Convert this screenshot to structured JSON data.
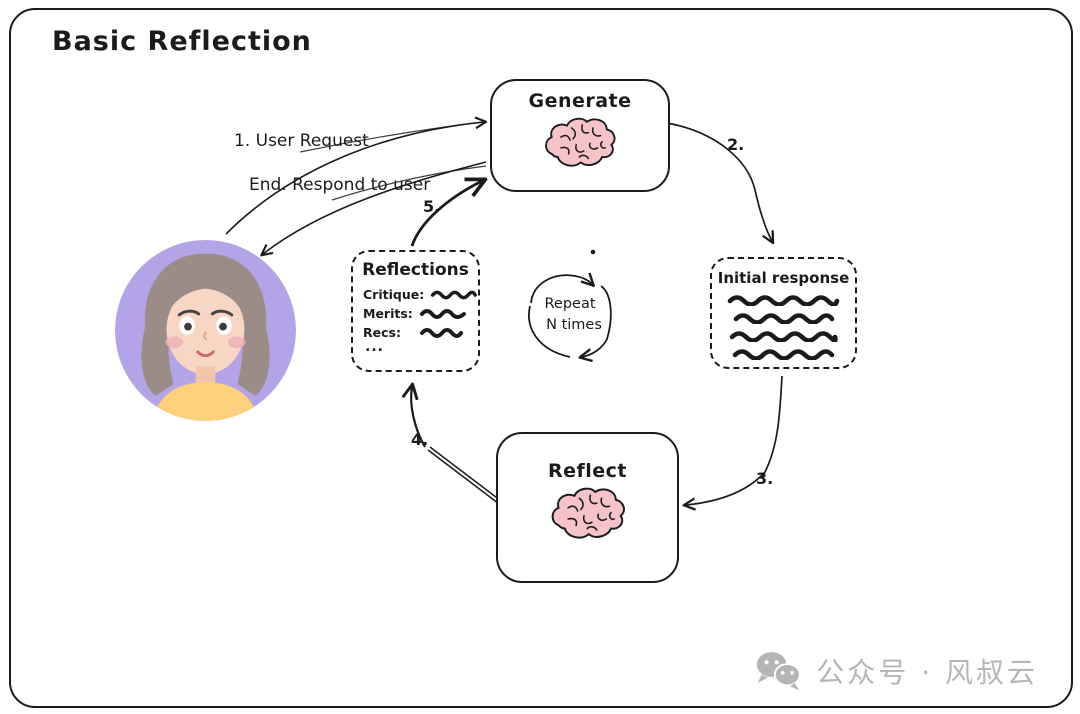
{
  "title": "Basic Reflection",
  "nodes": {
    "generate": {
      "label": "Generate",
      "icon": "brain-icon"
    },
    "reflect": {
      "label": "Reflect",
      "icon": "brain-icon"
    },
    "reflections": {
      "label": "Reflections",
      "rows": [
        {
          "label": "Critique:"
        },
        {
          "label": "Merits:"
        },
        {
          "label": "Recs:"
        }
      ],
      "ellipsis": "..."
    },
    "initial_response": {
      "label": "Initial response"
    },
    "user": {
      "icon": "user-avatar"
    }
  },
  "edges": {
    "user_request_label": "1. User Request",
    "respond_label": "End. Respond to user",
    "step2_label": "2.",
    "step3_label": "3.",
    "step4_label": "4.",
    "step5_label": "5."
  },
  "loop": {
    "line1": "Repeat",
    "line2": "N times"
  },
  "watermark": {
    "icon": "wechat-icon",
    "text": "公众号 · 风叔云"
  },
  "colors": {
    "ink": "#1b1b1f",
    "brain_fill": "#f6c3c9",
    "avatar_bg": "#b2a4e6",
    "hair": "#9b8c87",
    "skin": "#f7d7c3",
    "shirt": "#fdd07c",
    "watermark": "#b6b6b6"
  }
}
